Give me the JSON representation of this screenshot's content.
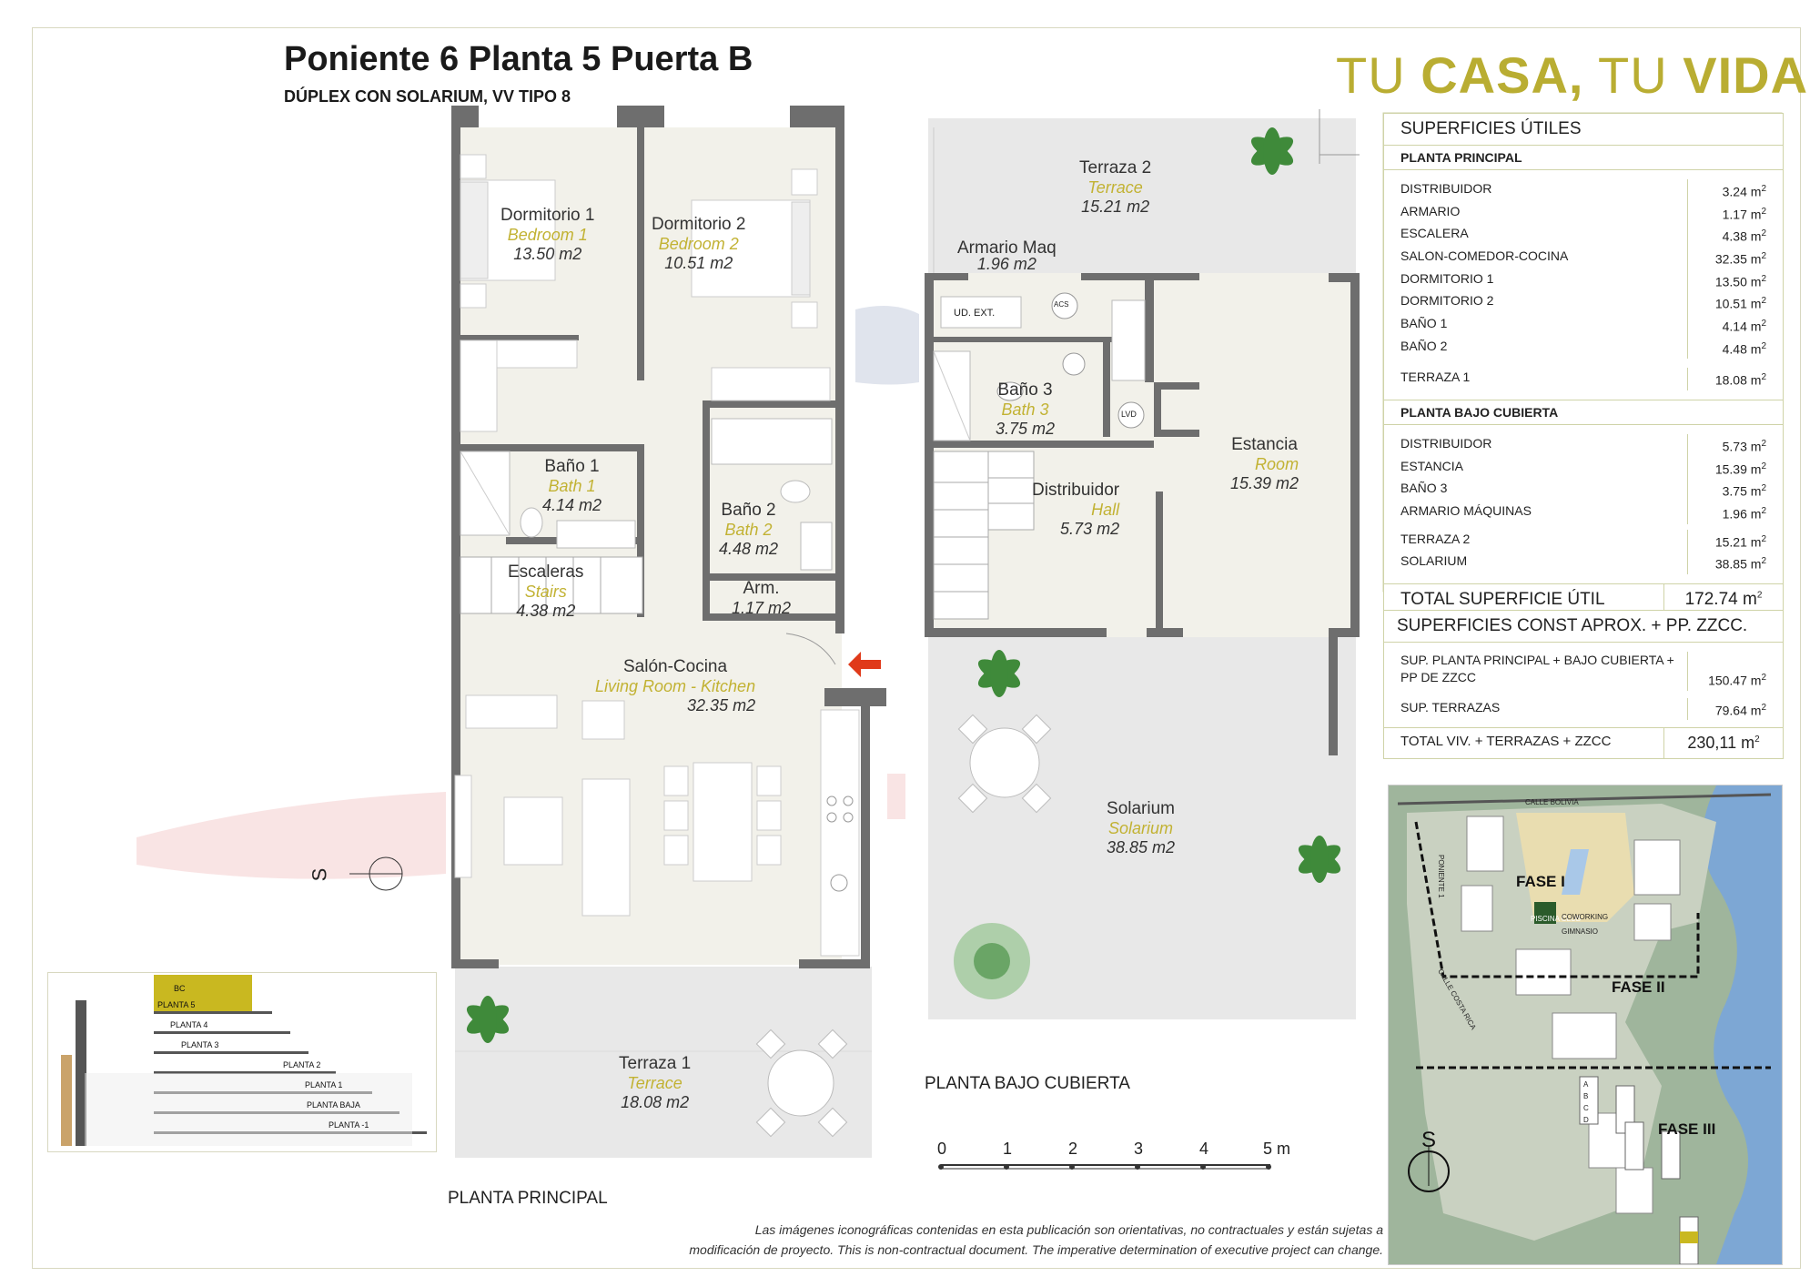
{
  "header": {
    "title": "Poniente 6 Planta 5 Puerta B",
    "subtitle": "DÚPLEX CON SOLARIUM, VV TIPO 8",
    "brand_1": "TU ",
    "brand_2": "CASA,",
    "brand_3": " TU ",
    "brand_4": "VIDA"
  },
  "colors": {
    "brand": "#b9ad32",
    "wall": "#6e6e6e",
    "floor": "#f2f1ea",
    "terrace": "#e6e6e6",
    "arrow": "#e03a1a"
  },
  "rooms": {
    "dorm1": {
      "name": "Dormitorio 1",
      "en": "Bedroom 1",
      "area": "13.50 m2"
    },
    "dorm2": {
      "name": "Dormitorio 2",
      "en": "Bedroom 2",
      "area": "10.51 m2"
    },
    "bano1": {
      "name": "Baño 1",
      "en": "Bath 1",
      "area": "4.14 m2"
    },
    "bano2": {
      "name": "Baño 2",
      "en": "Bath 2",
      "area": "4.48 m2"
    },
    "esc": {
      "name": "Escaleras",
      "en": "Stairs",
      "area": "4.38 m2"
    },
    "arm": {
      "name": "Arm.",
      "area": "1.17 m2"
    },
    "salon": {
      "name": "Salón-Cocina",
      "en": "Living Room - Kitchen",
      "area": "32.35 m2"
    },
    "terraza1": {
      "name": "Terraza 1",
      "en": "Terrace",
      "area": "18.08 m2"
    },
    "terraza2": {
      "name": "Terraza 2",
      "en": "Terrace",
      "area": "15.21 m2"
    },
    "armario_maq": {
      "name": "Armario Maq",
      "area": "1.96 m2"
    },
    "bano3": {
      "name": "Baño 3",
      "en": "Bath 3",
      "area": "3.75 m2"
    },
    "distribuidor": {
      "name": "Distribuidor",
      "en": "Hall",
      "area": "5.73 m2"
    },
    "estancia": {
      "name": "Estancia",
      "en": "Room",
      "area": "15.39 m2"
    },
    "solarium": {
      "name": "Solarium",
      "en": "Solarium",
      "area": "38.85 m2"
    }
  },
  "fixtures": {
    "ud_ext": "UD. EXT.",
    "acs": "ACS",
    "lvd": "LVD",
    "compass_s": "S"
  },
  "plan_captions": {
    "principal": "PLANTA PRINCIPAL",
    "bajo_cubierta": "PLANTA BAJO CUBIERTA"
  },
  "scale": {
    "ticks": [
      "0",
      "1",
      "2",
      "3",
      "4",
      "5 m"
    ]
  },
  "utiles": {
    "title": "SUPERFICIES ÚTILES",
    "principal_title": "PLANTA PRINCIPAL",
    "principal_rows": [
      {
        "name": "DISTRIBUIDOR",
        "value": "3.24 m",
        "sup": "2"
      },
      {
        "name": "ARMARIO",
        "value": "1.17 m",
        "sup": "2"
      },
      {
        "name": "ESCALERA",
        "value": "4.38 m",
        "sup": "2"
      },
      {
        "name": "SALON-COMEDOR-COCINA",
        "value": "32.35 m",
        "sup": "2"
      },
      {
        "name": "DORMITORIO 1",
        "value": "13.50 m",
        "sup": "2"
      },
      {
        "name": "DORMITORIO 2",
        "value": "10.51 m",
        "sup": "2"
      },
      {
        "name": "BAÑO 1",
        "value": "4.14 m",
        "sup": "2"
      },
      {
        "name": "BAÑO 2",
        "value": "4.48 m",
        "sup": "2"
      },
      {
        "name": "TERRAZA 1",
        "value": "18.08 m",
        "sup": "2"
      }
    ],
    "bajo_title": "PLANTA BAJO CUBIERTA",
    "bajo_rows": [
      {
        "name": "DISTRIBUIDOR",
        "value": "5.73 m",
        "sup": "2"
      },
      {
        "name": "ESTANCIA",
        "value": "15.39 m",
        "sup": "2"
      },
      {
        "name": "BAÑO 3",
        "value": "3.75 m",
        "sup": "2"
      },
      {
        "name": "ARMARIO MÁQUINAS",
        "value": "1.96 m",
        "sup": "2"
      },
      {
        "name": "TERRAZA 2",
        "value": "15.21 m",
        "sup": "2"
      },
      {
        "name": "SOLARIUM",
        "value": "38.85 m",
        "sup": "2"
      }
    ],
    "total_label": "TOTAL SUPERFICIE ÚTIL",
    "total_value": "172.74 m",
    "total_sup": "2"
  },
  "const": {
    "title": "SUPERFICIES CONST APROX. + PP. ZZCC.",
    "row1_label": "SUP. PLANTA PRINCIPAL + BAJO CUBIERTA + PP DE ZZCC",
    "row1_value": "150.47 m",
    "row2_label": "SUP. TERRAZAS",
    "row2_value": "79.64 m",
    "total_label": "TOTAL VIV. + TERRAZAS + ZZCC",
    "total_value": "230,11 m",
    "sup": "2"
  },
  "map": {
    "calle_bolivia": "CALLE BOLIVIA",
    "calle_costa_rica": "CALLE COSTA RICA",
    "fase1": "FASE I",
    "fase2": "FASE II",
    "fase3": "FASE III",
    "poniente1": "PONIENTE 1",
    "piscina": "PISCINA CLUB",
    "coworking": "COWORKING",
    "gimnasio": "GIMNASIO",
    "compass_s": "S",
    "block_letters": [
      "A",
      "B",
      "C",
      "D"
    ]
  },
  "section": {
    "levels": [
      "BC",
      "PLANTA 5",
      "PLANTA 4",
      "PLANTA 3",
      "PLANTA 2",
      "PLANTA 1",
      "PLANTA BAJA",
      "PLANTA -1"
    ]
  },
  "disclaimer": {
    "line1": "Las imágenes iconográficas contenidas en esta publicación son orientativas, no contractuales y están sujetas a",
    "line2": "modificación de proyecto. This is non-contractual document. The imperative determination of executive project can change."
  }
}
